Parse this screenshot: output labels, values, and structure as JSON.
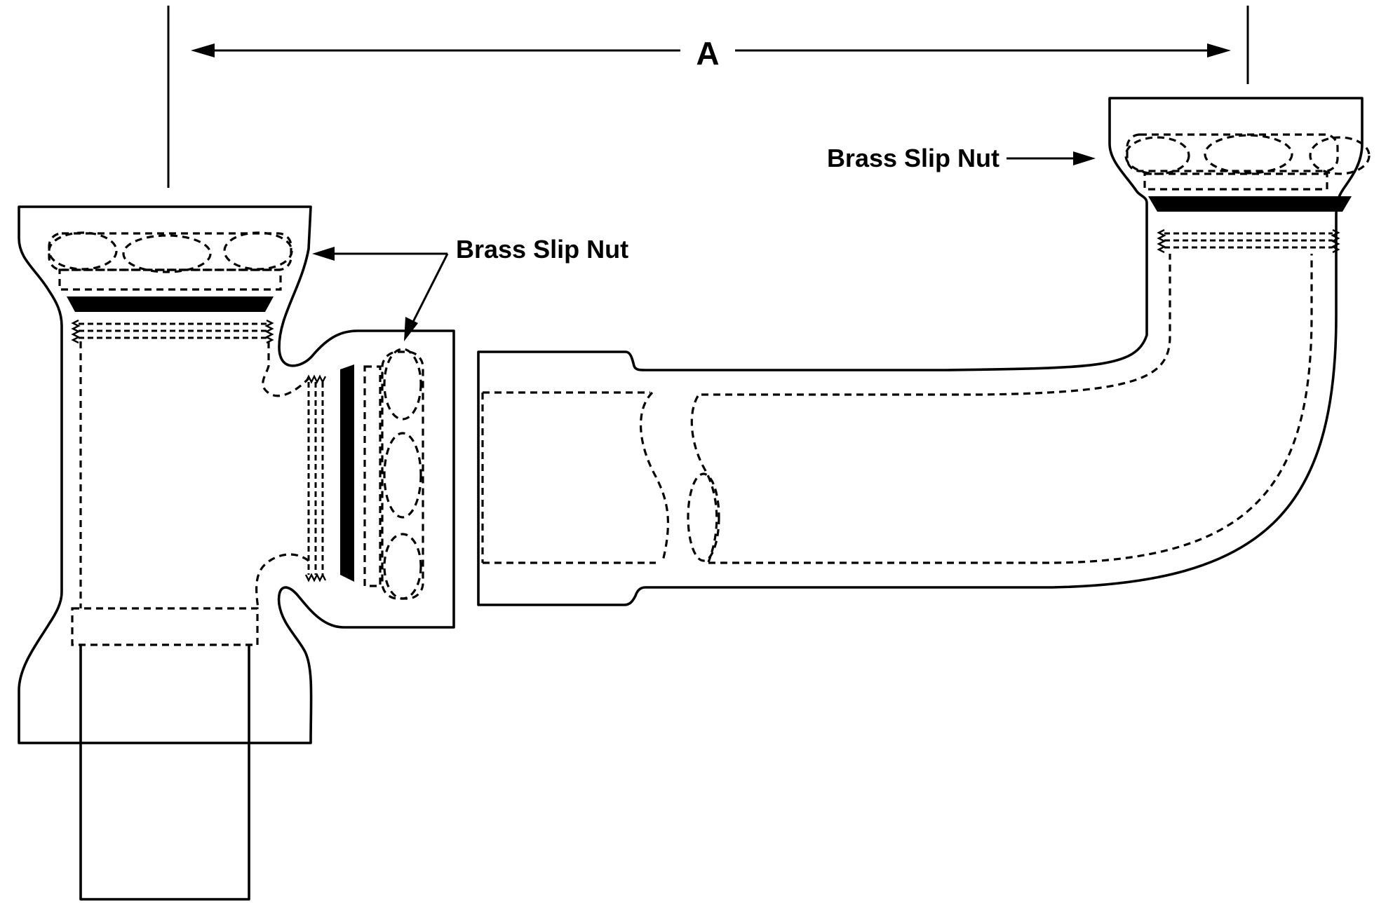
{
  "labels": {
    "dimension": "A",
    "right_nut_label": "Brass Slip Nut",
    "center_nut_label": "Brass Slip Nut"
  }
}
